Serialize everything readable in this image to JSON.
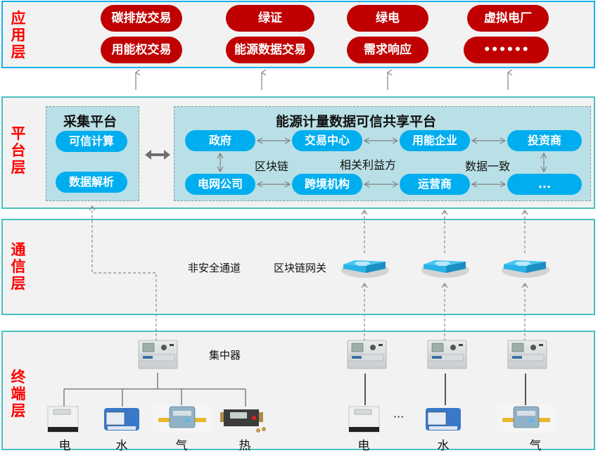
{
  "layers": {
    "application": {
      "label": "应用层"
    },
    "platform": {
      "label": "平台层"
    },
    "communication": {
      "label": "通信层"
    },
    "terminal": {
      "label": "终端层"
    }
  },
  "application": {
    "items": [
      [
        "碳排放交易",
        "用能权交易"
      ],
      [
        "绿证",
        "能源数据交易"
      ],
      [
        "绿电",
        "需求响应"
      ],
      [
        "虚拟电厂",
        "••••••"
      ]
    ]
  },
  "platform": {
    "collection": {
      "title": "采集平台",
      "items": [
        "可信计算",
        "数据解析"
      ]
    },
    "sharing": {
      "title": "能源计量数据可信共享平台",
      "row1": [
        "政府",
        "交易中心",
        "用能企业",
        "投资商"
      ],
      "row2": [
        "电网公司",
        "跨境机构",
        "运营商",
        "..."
      ],
      "captions": [
        "区块链",
        "相关利益方",
        "数据一致"
      ]
    }
  },
  "communication": {
    "insecure_channel": "非安全通道",
    "gateway_label": "区块链网关"
  },
  "terminal": {
    "concentrator_label": "集中器",
    "left_devices": [
      "电",
      "水",
      "气",
      "热"
    ],
    "right_devices": [
      "电",
      "水",
      "气"
    ],
    "ellipsis": "···"
  },
  "colors": {
    "app_pill": "#c00000",
    "platform_pill": "#00aeef",
    "layer_label": "#ff0000",
    "app_border": "#1ab0e8",
    "layer_border": "#4bbfc0"
  }
}
